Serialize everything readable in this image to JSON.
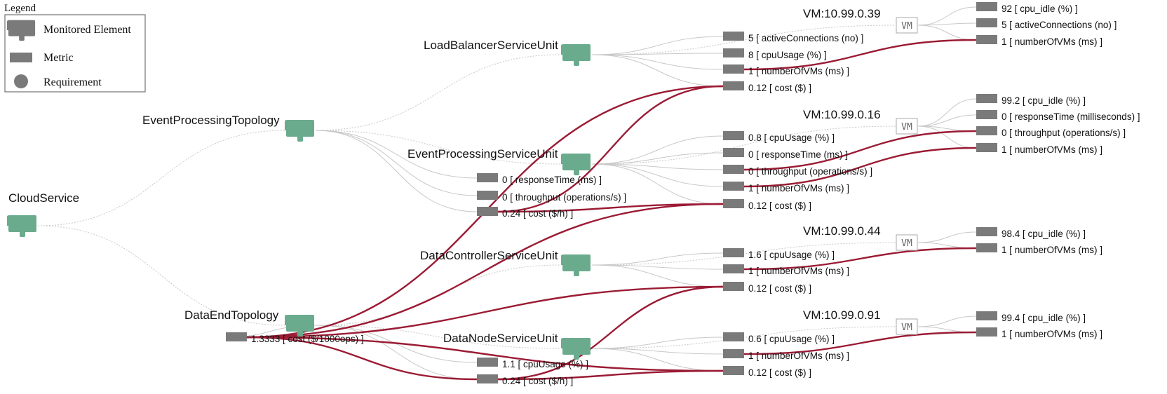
{
  "legend": {
    "title": "Legend",
    "items": [
      "Monitored Element",
      "Metric",
      "Requirement"
    ]
  },
  "colors": {
    "element": "#6aab8e",
    "metric": "#7a7a7a",
    "requirement_link": "#9b1b34",
    "link": "#c8c8c8"
  },
  "icons": {
    "element": "puzzle-icon",
    "vm": "vm-icon"
  },
  "elements": [
    {
      "id": "cloud",
      "label": "CloudService"
    },
    {
      "id": "ept",
      "label": "EventProcessingTopology"
    },
    {
      "id": "det",
      "label": "DataEndTopology"
    },
    {
      "id": "lb",
      "label": "LoadBalancerServiceUnit"
    },
    {
      "id": "ep",
      "label": "EventProcessingServiceUnit"
    },
    {
      "id": "dc",
      "label": "DataControllerServiceUnit"
    },
    {
      "id": "dn",
      "label": "DataNodeServiceUnit"
    }
  ],
  "vms": [
    {
      "id": "vm1",
      "label": "VM:10.99.0.39",
      "icon_text": "VM"
    },
    {
      "id": "vm2",
      "label": "VM:10.99.0.16",
      "icon_text": "VM"
    },
    {
      "id": "vm3",
      "label": "VM:10.99.0.44",
      "icon_text": "VM"
    },
    {
      "id": "vm4",
      "label": "VM:10.99.0.91",
      "icon_text": "VM"
    }
  ],
  "metrics": [
    {
      "id": "det_cost",
      "text": "1.3333 [ cost ($/1000ops) ]"
    },
    {
      "id": "ept_rt",
      "text": "0 [ responseTime (ms) ]"
    },
    {
      "id": "ept_tp",
      "text": "0 [ throughput (operations/s) ]"
    },
    {
      "id": "ept_cost",
      "text": "0.24 [ cost ($/h) ]"
    },
    {
      "id": "det_cpu",
      "text": "1.1 [ cpuUsage (%) ]"
    },
    {
      "id": "det_cost2",
      "text": "0.24 [ cost ($/h) ]"
    },
    {
      "id": "lb_ac",
      "text": "5 [ activeConnections (no) ]"
    },
    {
      "id": "lb_cpu",
      "text": "8 [ cpuUsage (%) ]"
    },
    {
      "id": "lb_vms",
      "text": "1 [ numberOfVMs (ms) ]"
    },
    {
      "id": "lb_cost",
      "text": "0.12 [ cost ($) ]"
    },
    {
      "id": "ep_cpu",
      "text": "0.8 [ cpuUsage (%) ]"
    },
    {
      "id": "ep_rt",
      "text": "0 [ responseTime (ms) ]"
    },
    {
      "id": "ep_tp",
      "text": "0 [ throughput (operations/s) ]"
    },
    {
      "id": "ep_vms",
      "text": "1 [ numberOfVMs (ms) ]"
    },
    {
      "id": "ep_cost",
      "text": "0.12 [ cost ($) ]"
    },
    {
      "id": "dc_cpu",
      "text": "1.6 [ cpuUsage (%) ]"
    },
    {
      "id": "dc_vms",
      "text": "1 [ numberOfVMs (ms) ]"
    },
    {
      "id": "dc_cost",
      "text": "0.12 [ cost ($) ]"
    },
    {
      "id": "dn_cpu",
      "text": "0.6 [ cpuUsage (%) ]"
    },
    {
      "id": "dn_vms",
      "text": "1 [ numberOfVMs (ms) ]"
    },
    {
      "id": "dn_cost",
      "text": "0.12 [ cost ($) ]"
    },
    {
      "id": "vm1_idle",
      "text": "92 [ cpu_idle (%) ]"
    },
    {
      "id": "vm1_ac",
      "text": "5 [ activeConnections (no) ]"
    },
    {
      "id": "vm1_vms",
      "text": "1 [ numberOfVMs (ms) ]"
    },
    {
      "id": "vm2_idle",
      "text": "99.2 [ cpu_idle (%) ]"
    },
    {
      "id": "vm2_rt",
      "text": "0 [ responseTime (milliseconds) ]"
    },
    {
      "id": "vm2_tp",
      "text": "0 [ throughput (operations/s) ]"
    },
    {
      "id": "vm2_vms",
      "text": "1 [ numberOfVMs (ms) ]"
    },
    {
      "id": "vm3_idle",
      "text": "98.4 [ cpu_idle (%) ]"
    },
    {
      "id": "vm3_vms",
      "text": "1 [ numberOfVMs (ms) ]"
    },
    {
      "id": "vm4_idle",
      "text": "99.4 [ cpu_idle (%) ]"
    },
    {
      "id": "vm4_vms",
      "text": "1 [ numberOfVMs (ms) ]"
    }
  ]
}
